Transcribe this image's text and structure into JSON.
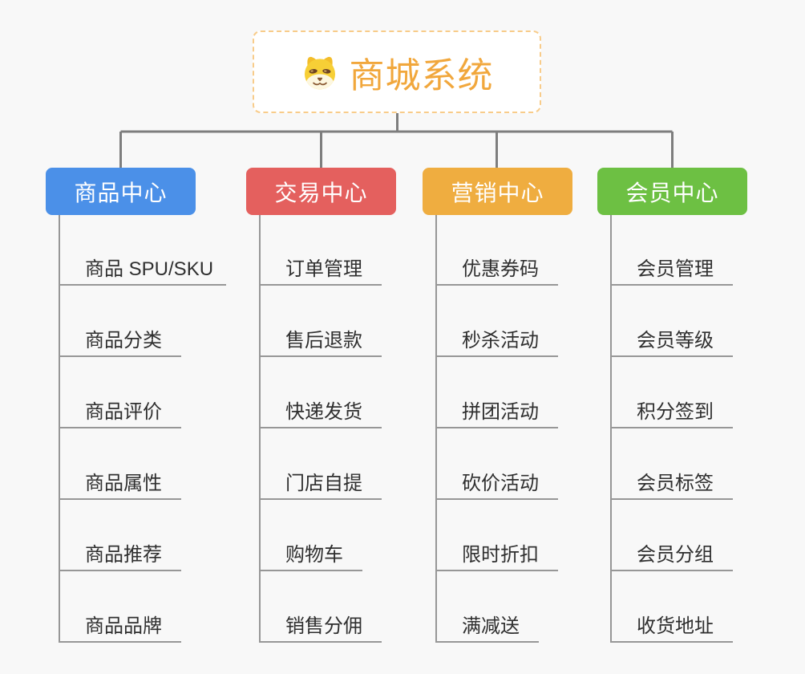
{
  "root": {
    "title": "商城系统",
    "icon": "shiba-dog-icon"
  },
  "branches": [
    {
      "label": "商品中心",
      "color": "#4b90e8",
      "items": [
        "商品 SPU/SKU",
        "商品分类",
        "商品评价",
        "商品属性",
        "商品推荐",
        "商品品牌"
      ]
    },
    {
      "label": "交易中心",
      "color": "#e4605e",
      "items": [
        "订单管理",
        "售后退款",
        "快递发货",
        "门店自提",
        "购物车",
        "销售分佣"
      ]
    },
    {
      "label": "营销中心",
      "color": "#efad40",
      "items": [
        "优惠券码",
        "秒杀活动",
        "拼团活动",
        "砍价活动",
        "限时折扣",
        "满减送"
      ]
    },
    {
      "label": "会员中心",
      "color": "#6dc043",
      "items": [
        "会员管理",
        "会员等级",
        "积分签到",
        "会员标签",
        "会员分组",
        "收货地址"
      ]
    }
  ],
  "colors": {
    "root_title": "#f1a73c",
    "root_border": "#f8cc8a",
    "connector_line": "#7e7e7e",
    "underline": "#979797",
    "leaf_text": "#2f2f2f",
    "background": "#f8f8f8"
  }
}
